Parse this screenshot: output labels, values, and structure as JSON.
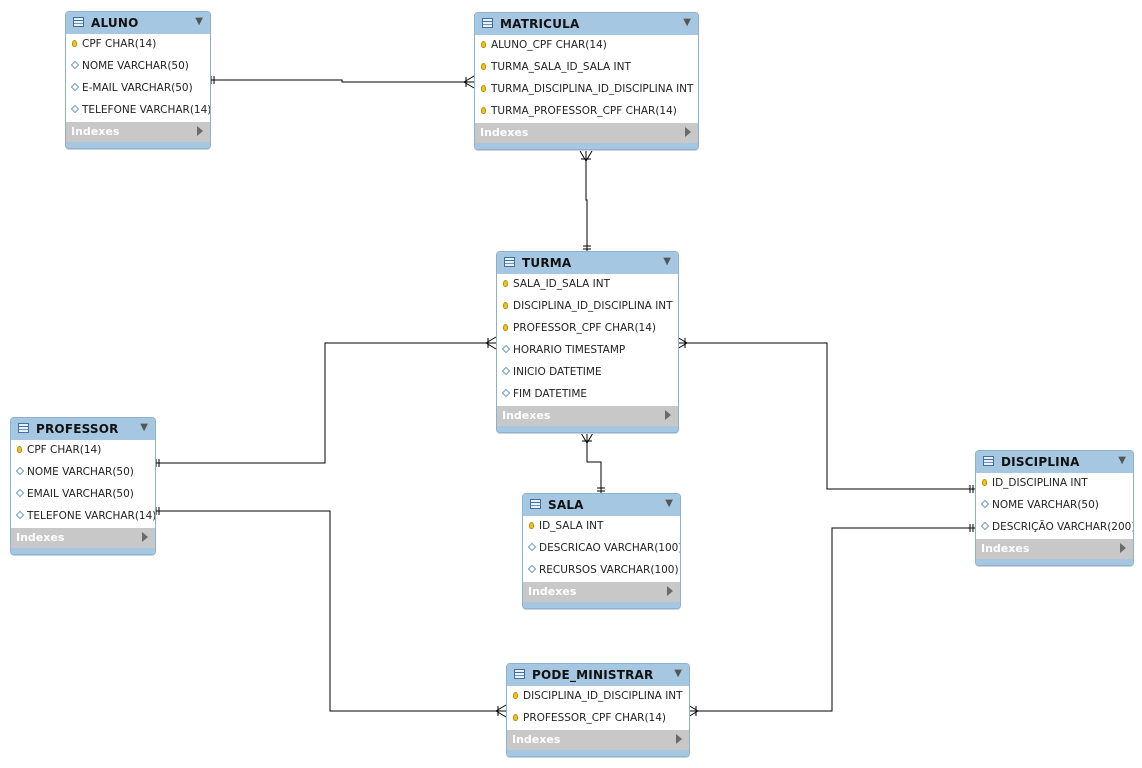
{
  "tables": {
    "aluno": {
      "name": "ALUNO",
      "columns": [
        {
          "key": true,
          "text": "CPF CHAR(14)"
        },
        {
          "key": false,
          "text": "NOME VARCHAR(50)"
        },
        {
          "key": false,
          "text": "E-MAIL VARCHAR(50)"
        },
        {
          "key": false,
          "text": "TELEFONE VARCHAR(14)"
        }
      ],
      "indexes": "Indexes"
    },
    "matricula": {
      "name": "MATRICULA",
      "columns": [
        {
          "key": true,
          "text": "ALUNO_CPF CHAR(14)"
        },
        {
          "key": true,
          "text": "TURMA_SALA_ID_SALA INT"
        },
        {
          "key": true,
          "text": "TURMA_DISCIPLINA_ID_DISCIPLINA INT"
        },
        {
          "key": true,
          "text": "TURMA_PROFESSOR_CPF CHAR(14)"
        }
      ],
      "indexes": "Indexes"
    },
    "turma": {
      "name": "TURMA",
      "columns": [
        {
          "key": true,
          "text": "SALA_ID_SALA INT"
        },
        {
          "key": true,
          "text": "DISCIPLINA_ID_DISCIPLINA INT"
        },
        {
          "key": true,
          "text": "PROFESSOR_CPF CHAR(14)"
        },
        {
          "key": false,
          "text": "HORARIO TIMESTAMP"
        },
        {
          "key": false,
          "text": "INICIO DATETIME"
        },
        {
          "key": false,
          "text": "FIM DATETIME"
        }
      ],
      "indexes": "Indexes"
    },
    "professor": {
      "name": "PROFESSOR",
      "columns": [
        {
          "key": true,
          "text": "CPF CHAR(14)"
        },
        {
          "key": false,
          "text": "NOME VARCHAR(50)"
        },
        {
          "key": false,
          "text": "EMAIL VARCHAR(50)"
        },
        {
          "key": false,
          "text": "TELEFONE VARCHAR(14)"
        }
      ],
      "indexes": "Indexes"
    },
    "sala": {
      "name": "SALA",
      "columns": [
        {
          "key": true,
          "text": "ID_SALA INT"
        },
        {
          "key": false,
          "text": "DESCRICAO VARCHAR(100)"
        },
        {
          "key": false,
          "text": "RECURSOS VARCHAR(100)"
        }
      ],
      "indexes": "Indexes"
    },
    "disciplina": {
      "name": "DISCIPLINA",
      "columns": [
        {
          "key": true,
          "text": "ID_DISCIPLINA INT"
        },
        {
          "key": false,
          "text": "NOME VARCHAR(50)"
        },
        {
          "key": false,
          "text": "DESCRIÇÃO VARCHAR(200)"
        }
      ],
      "indexes": "Indexes"
    },
    "pode_ministrar": {
      "name": "PODE_MINISTRAR",
      "columns": [
        {
          "key": true,
          "text": "DISCIPLINA_ID_DISCIPLINA INT"
        },
        {
          "key": true,
          "text": "PROFESSOR_CPF CHAR(14)"
        }
      ],
      "indexes": "Indexes"
    }
  },
  "relationships": [
    {
      "from": "aluno",
      "to": "matricula",
      "from_card": "one",
      "to_card": "many"
    },
    {
      "from": "turma",
      "to": "matricula",
      "from_card": "one",
      "to_card": "many"
    },
    {
      "from": "professor",
      "to": "turma",
      "from_card": "one",
      "to_card": "many"
    },
    {
      "from": "disciplina",
      "to": "turma",
      "from_card": "one",
      "to_card": "many"
    },
    {
      "from": "sala",
      "to": "turma",
      "from_card": "one",
      "to_card": "many"
    },
    {
      "from": "professor",
      "to": "pode_ministrar",
      "from_card": "one",
      "to_card": "many"
    },
    {
      "from": "disciplina",
      "to": "pode_ministrar",
      "from_card": "one",
      "to_card": "many"
    }
  ],
  "colors": {
    "header": "#a6c7e1",
    "indexes_bar": "#c8c8c8",
    "key": "#f0c419",
    "line": "#000000"
  }
}
